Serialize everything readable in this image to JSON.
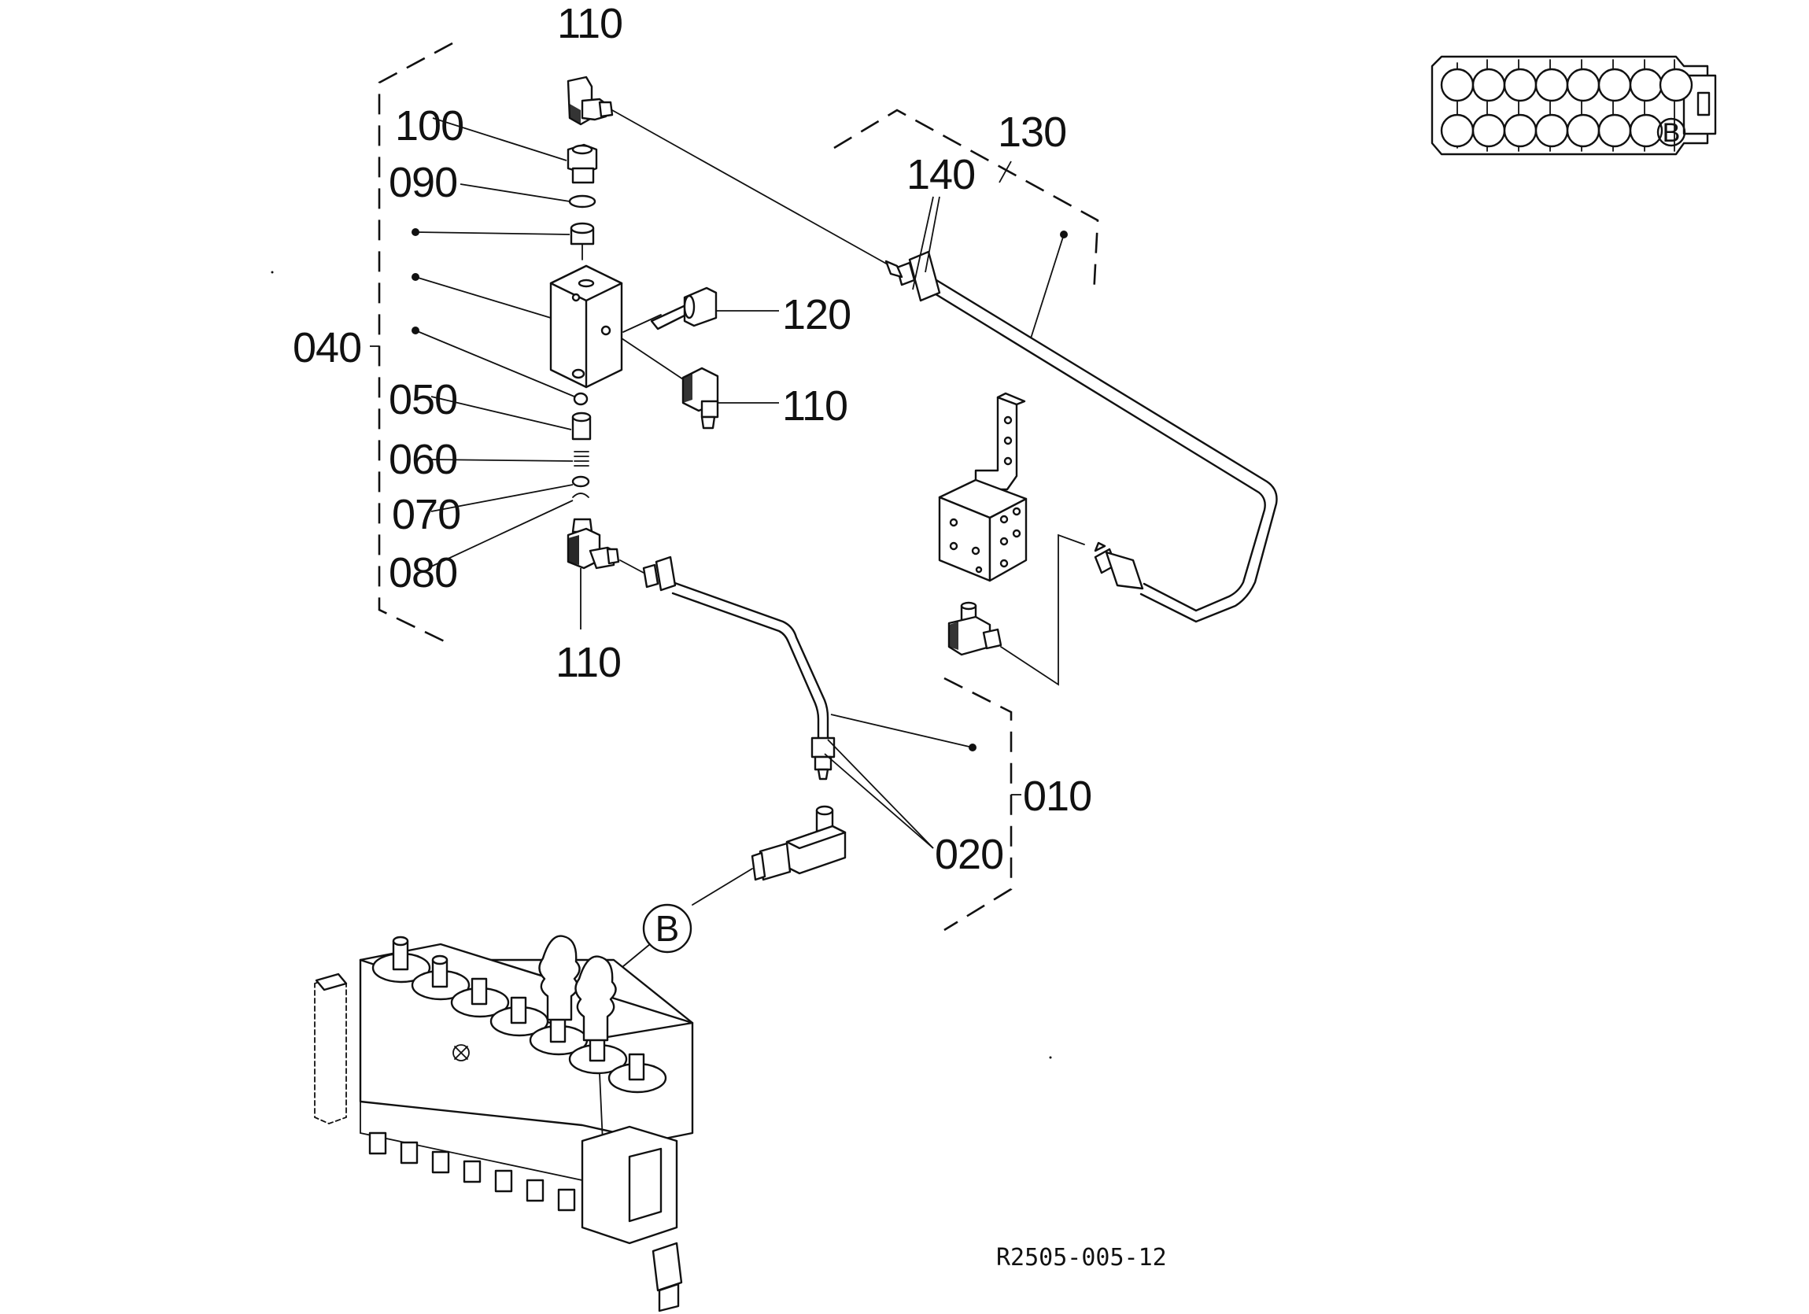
{
  "diagram": {
    "labels": {
      "p110_top": "110",
      "p100": "100",
      "p090": "090",
      "p040": "040",
      "p050": "050",
      "p060": "060",
      "p070": "070",
      "p080": "080",
      "p110_mid": "110",
      "p110_bottom": "110",
      "p120": "120",
      "p130": "130",
      "p140": "140",
      "p010": "010",
      "p020": "020"
    },
    "callout_b": "B",
    "inset_b": "B",
    "drawing_code": "R2505-005-12"
  }
}
